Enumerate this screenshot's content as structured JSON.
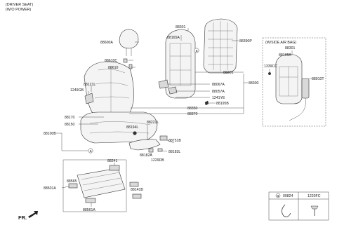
{
  "header": {
    "line1": "(DRIVER SEAT)",
    "line2": "(W/O POWER)"
  },
  "airbag_box": {
    "title": "(W/SIDE AIR BAG)"
  },
  "legend_box": {
    "marker": "a",
    "col1": "00824",
    "col2": "1220FC"
  },
  "direction": {
    "label": "FR."
  },
  "labels": [
    {
      "id": "88301-top",
      "text": "88301"
    },
    {
      "id": "88165A-top",
      "text": "88165A"
    },
    {
      "id": "88390P",
      "text": "88390P"
    },
    {
      "id": "88600A",
      "text": "88600A"
    },
    {
      "id": "88610C",
      "text": "88610C"
    },
    {
      "id": "88610",
      "text": "88610"
    },
    {
      "id": "88301-mid",
      "text": "88301"
    },
    {
      "id": "88300",
      "text": "88300"
    },
    {
      "id": "88067A",
      "text": "88067A"
    },
    {
      "id": "88057A",
      "text": "88057A"
    },
    {
      "id": "1241YE",
      "text": "1241YE"
    },
    {
      "id": "88195B",
      "text": "88195B"
    },
    {
      "id": "88121L",
      "text": "88121L"
    },
    {
      "id": "1249GB",
      "text": "1249GB"
    },
    {
      "id": "88350",
      "text": "88350"
    },
    {
      "id": "88370",
      "text": "88370"
    },
    {
      "id": "88170",
      "text": "88170"
    },
    {
      "id": "88150",
      "text": "88150"
    },
    {
      "id": "88221L",
      "text": "88221L"
    },
    {
      "id": "88194L",
      "text": "88194L"
    },
    {
      "id": "88100B",
      "text": "88100B"
    },
    {
      "id": "88751B",
      "text": "88751B"
    },
    {
      "id": "88183L",
      "text": "88183L"
    },
    {
      "id": "88182A",
      "text": "88182A"
    },
    {
      "id": "1229DB",
      "text": "1229DB"
    },
    {
      "id": "88241",
      "text": "88241"
    },
    {
      "id": "88565",
      "text": "88565"
    },
    {
      "id": "88501A",
      "text": "88501A"
    },
    {
      "id": "88141B",
      "text": "88141B"
    },
    {
      "id": "88561A",
      "text": "88561A"
    },
    {
      "id": "ab-88301",
      "text": "88301"
    },
    {
      "id": "ab-88165A",
      "text": "88165A"
    },
    {
      "id": "ab-1339CC",
      "text": "1339CC"
    },
    {
      "id": "ab-88910T",
      "text": "88910T"
    }
  ],
  "ref_markers": {
    "a1": "a",
    "a2": "a"
  }
}
